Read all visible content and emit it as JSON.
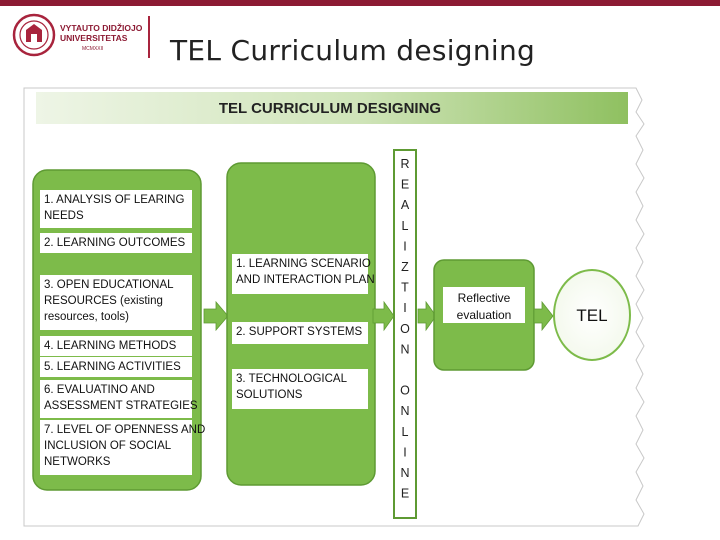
{
  "header": {
    "slide_title": "TEL Curriculum designing",
    "logo_text_line1": "VYTAUTO DIDŽIOJO",
    "logo_text_line2": "UNIVERSITETAS",
    "logo_text_line3": "MCMXXII"
  },
  "diagram": {
    "banner_title": "TEL CURRICULUM DESIGNING",
    "left_items": [
      [
        "1. ANALYSIS OF LEARING",
        "NEEDS"
      ],
      [
        "2. LEARNING OUTCOMES"
      ],
      [
        "3. OPEN EDUCATIONAL",
        "RESOURCES (existing",
        "resources, tools)"
      ],
      [
        "4. LEARNING METHODS"
      ],
      [
        "5. LEARNING ACTIVITIES"
      ],
      [
        "6. EVALUATINO AND",
        "ASSESSMENT STRATEGIES"
      ],
      [
        "7. LEVEL OF OPENNESS AND",
        "INCLUSION OF SOCIAL",
        "NETWORKS"
      ]
    ],
    "middle_items": [
      [
        "1. LEARNING SCENARIO",
        "AND INTERACTION PLAN"
      ],
      [
        "2. SUPPORT SYSTEMS"
      ],
      [
        "3. TECHNOLOGICAL",
        "SOLUTIONS"
      ]
    ],
    "vertical_letters": [
      "R",
      "E",
      "A",
      "L",
      "I",
      "Z",
      "T",
      "I",
      "O",
      "N",
      "",
      "O",
      "N",
      "L",
      "I",
      "N",
      "E"
    ],
    "reflective_lines": [
      "Reflective",
      "evaluation"
    ],
    "tel_label": "TEL",
    "colors": {
      "green": "#7dbb4a",
      "green_dark": "#5e9a33",
      "banner_start": "#eef5e6",
      "banner_end": "#8fc060",
      "brand": "#8c1a33"
    }
  }
}
